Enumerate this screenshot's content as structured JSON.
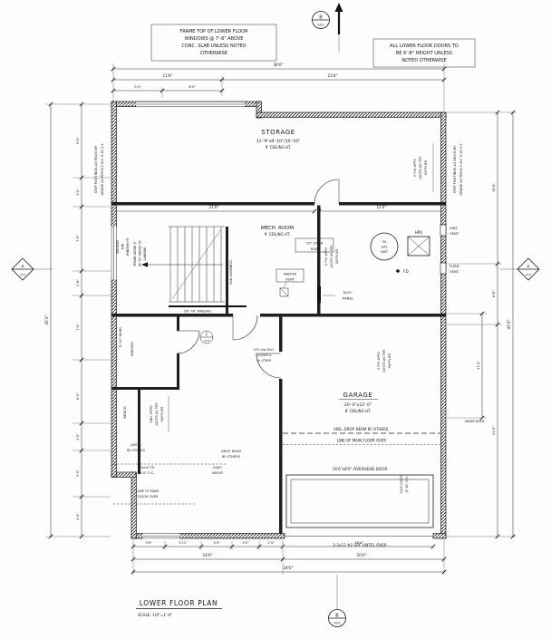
{
  "title": {
    "text": "LOWER FLOOR PLAN",
    "scale": "SCALE: 1/4\"=1'-0\""
  },
  "notes": {
    "window_note": [
      "FRAME TOP OF LOWER FLOOR",
      "WINDOWS @ 7'-8\" ABOVE",
      "CONC. SLAB UNLESS NOTED",
      "OTHERWISE"
    ],
    "door_note": [
      "ALL LOWER FLOOR DOORS TO",
      "BE 6'-8\" HEIGHT UNLESS",
      "NOTED OTHERWISE"
    ]
  },
  "rooms": {
    "storage": {
      "name": "STORAGE",
      "size": "31'-9\"x8'-10\"/10'-10\"",
      "ceiling": "9' CEILING HT."
    },
    "mech": {
      "name": "MECH. ROOM",
      "ceiling": "9' CEILING HT."
    },
    "garage": {
      "name": "GARAGE",
      "size": "20'-0\"x22'-0\"",
      "ceiling": "8' CEILING HT."
    }
  },
  "ann": {
    "step_footings_1": "STEP FOOTINGS AS REQ'D BY",
    "step_footings_2": "GRADE AS PER B.C.B.C 9.15.3.9",
    "joists_2ply_1": "2 PLY. APPD",
    "joists_2ply_2": "JOISTS AS PER",
    "joists_2ply_3": "SUPPLIER",
    "joists_eng_1": "ENG. APPD",
    "joists_eng_2": "JOISTS AS PER",
    "joists_eng_3": "SUPPLIER",
    "joists_2x10_1": "2x10 JOISTS",
    "joists_2x10_2": "@ 16\" O.C.",
    "see_elev_1": "SEE ELEV.",
    "see_elev_2": "FOR",
    "see_elev_3": "WINDOW HT.",
    "frame_ledge_1": "FRAME LEDGE @",
    "frame_ledge_2": "36\" HT. ABOVE TO",
    "frame_ledge_3": "LANDING",
    "stair_run_1": "10\" STAIR",
    "stair_run_2": "RUN",
    "railing": "36\" HT. RAILING",
    "loadbrg": "2x6 LOADBRG.",
    "radon_1": "RADON",
    "radon_2": "VENT",
    "elec_1": "ELEC.",
    "elec_2": "PANEL",
    "hwt_1": "50",
    "hwt_2": "GAL",
    "hwt_3": "HWT",
    "hrv": "HRV",
    "fd": "FD",
    "hwt_vent_1": "HWT",
    "hwt_vent_2": "VENT",
    "furn_vent_1": "FURN",
    "furn_vent_2": "VENT",
    "door_closer_1": "3'0\" c/w SELF",
    "door_closer_2": "CLOSER &",
    "door_closer_3": "W--STRIP",
    "eng_drop_beam": "ENG. DROP. BEAM BY OTHERS.",
    "line_main_floor_garage": "LINE OF MAIN FLOOR OVER",
    "overhead_door": "16'0\"x8'0\" OVERHEAD DOOR",
    "lintel_over": "2-2x12 #2 SPF LINTEL OVER",
    "beam_edge": "BEAM EDGE",
    "whrl": "6'-10\" WHRL",
    "shelves": "SHELVES",
    "bench": "BENCH",
    "lintel_others_1": "LINTEL",
    "lintel_others_2": "BY OTHERS",
    "tr_1": "20x10 TR",
    "tr_2": "9'-0\" O.C.",
    "line_main_1": "LINE OF MAIN",
    "line_main_2": "FLOOR OVER",
    "cant_1": "CANT.",
    "cant_2": "ABOVE",
    "drop_beam_1": "DROP. BEAM",
    "drop_beam_2": "BY OTHERS"
  },
  "dims": {
    "top_total": "36'0\"",
    "top_left": "11'8\"",
    "top_right": "23'4\"",
    "top_small_1": "5'4\"",
    "top_small_2": "6'4\"",
    "mid_left": "21'0\"",
    "mid_right": "12'4\"",
    "left_1": "8'0\"",
    "left_2": "3'2\"",
    "left_3": "7'0\"",
    "left_4": "2'8\"",
    "left_5": "7'0\"",
    "left_6": "6'0\"",
    "left_7": "3'0\"",
    "left_8": "5'0\"",
    "left_9": "4'4\"",
    "left_total": "45'4\"",
    "right_inner": "11'4\"",
    "right_1": "16'4\"",
    "right_2": "6'8\"",
    "right_3": "22'0\"",
    "right_total": "45'4\"",
    "bottom_1": "3'6\"",
    "bottom_2": "3'11\"",
    "bottom_3": "3'4\"",
    "bottom_4": "3'0\"",
    "bottom_5": "2'4\"",
    "bottom_door": "16'4\"",
    "bottom_left_seg": "14'0\"",
    "bottom_right_seg": "20'0\"",
    "bottom_total": "34'0\""
  },
  "markers": {
    "top": {
      "letter": "B",
      "sheet": "A3.0"
    },
    "bottom": {
      "letter": "B",
      "sheet": "A3.0"
    },
    "left": {
      "letter": "A",
      "sheet": "A3.0"
    },
    "right": {
      "letter": "A",
      "sheet": "A3.0"
    },
    "tag": {
      "letter": "C",
      "sheet": "A3.0"
    }
  }
}
